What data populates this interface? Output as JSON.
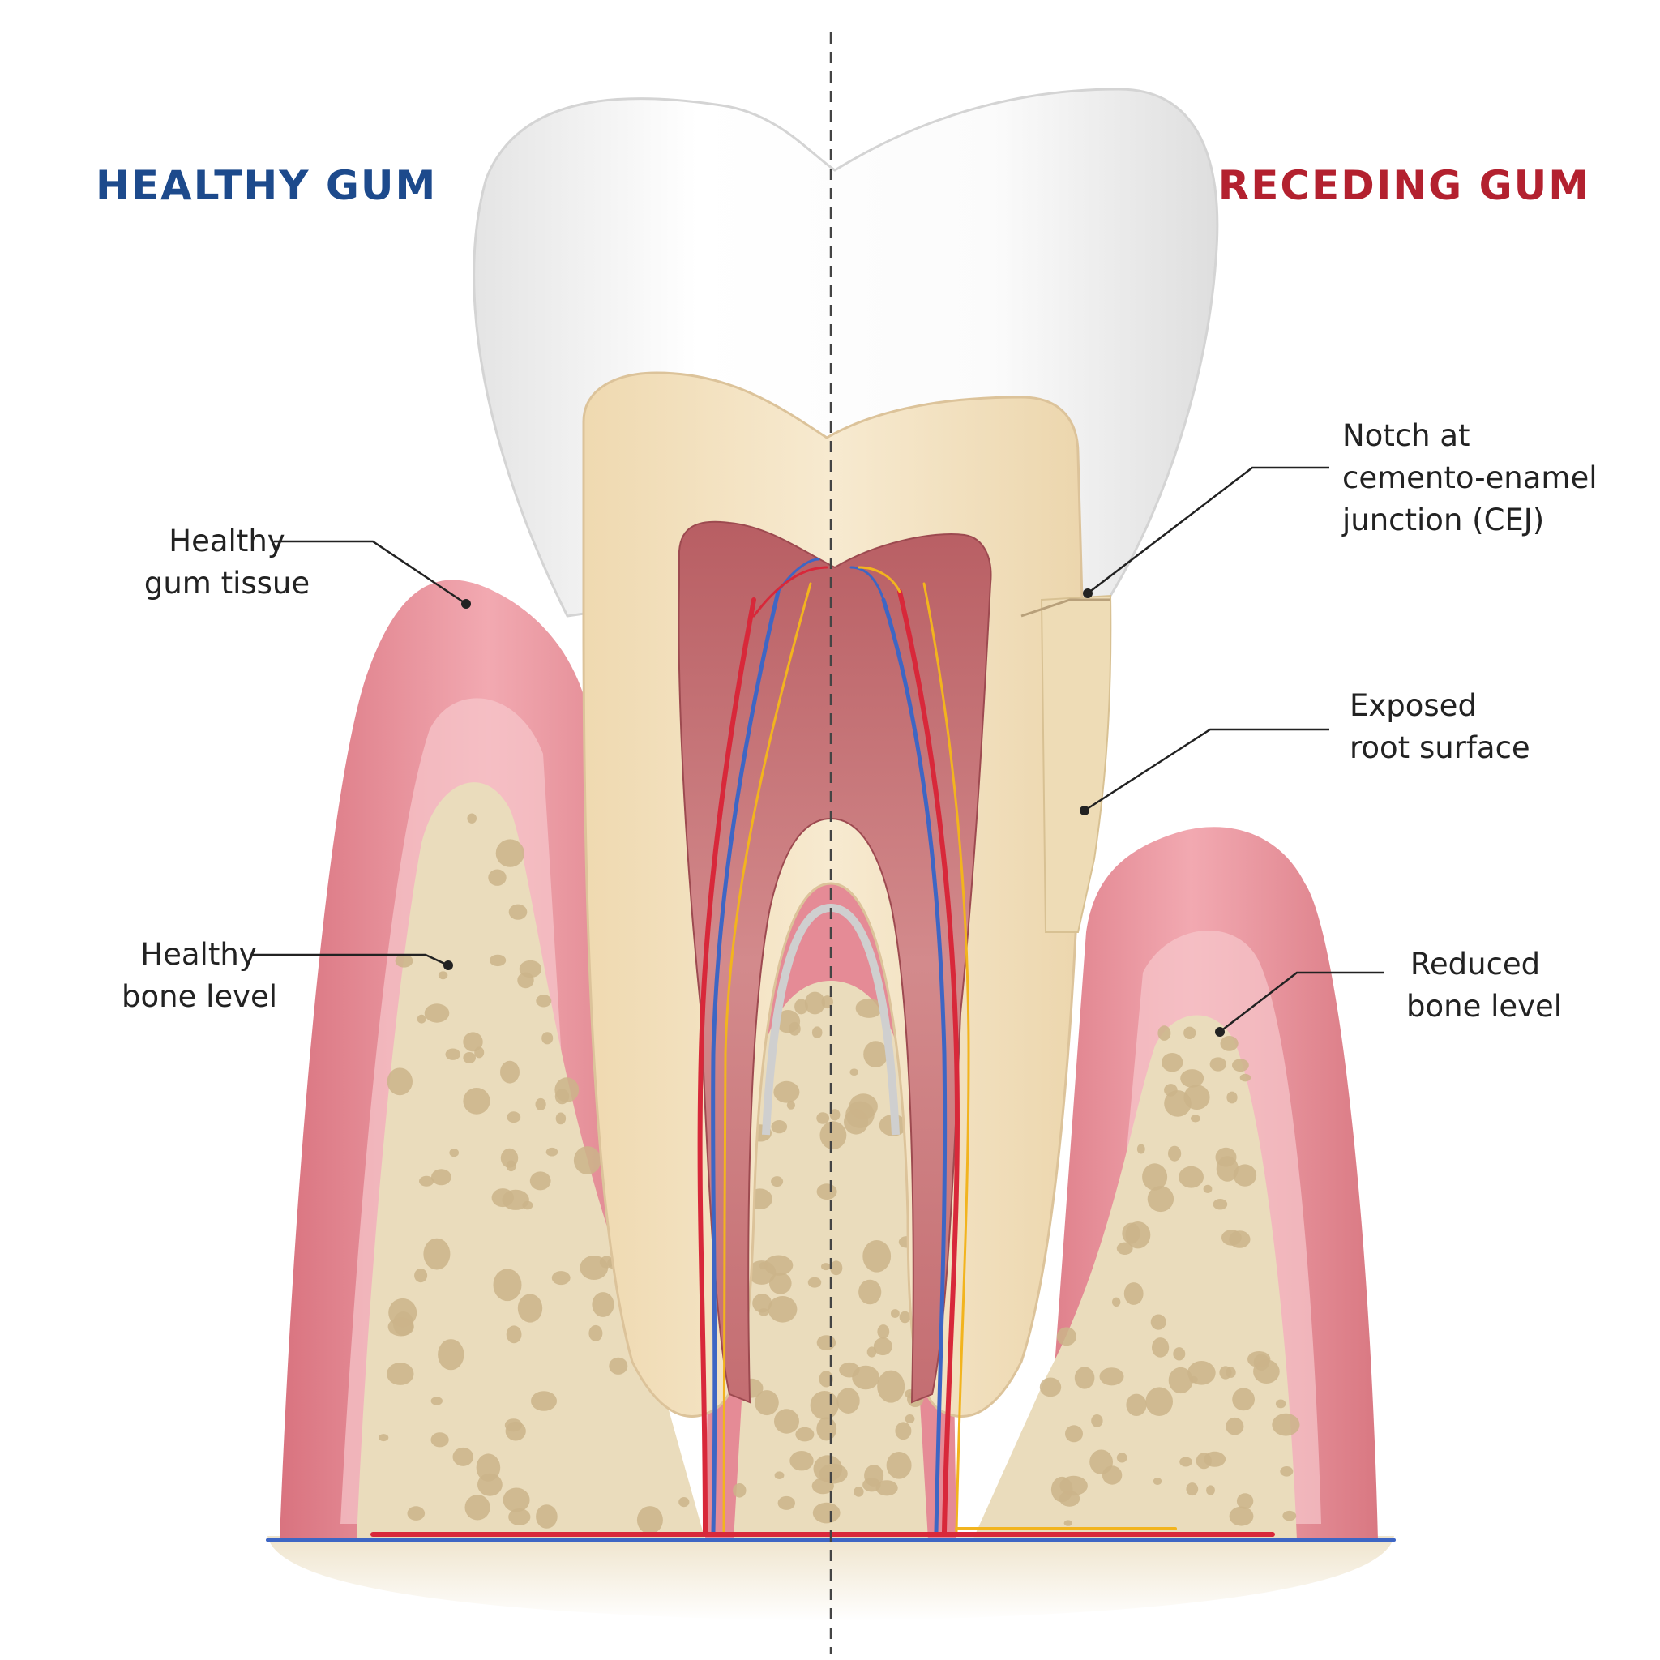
{
  "titles": {
    "healthy": "HEALTHY GUM",
    "receding": "RECEDING GUM"
  },
  "colors": {
    "healthy_title": "#1d4a8c",
    "receding_title": "#b3212f",
    "enamel": "#f4f4f4",
    "dentin": "#f3e3c2",
    "pulp": "#c9777a",
    "gum": "#e8909a",
    "gum_inner": "#f6c8cc",
    "bone": "#eadcbc",
    "bone_pore": "#cbb48a",
    "artery": "#d8283a",
    "vein": "#3e66c4",
    "nerve": "#f2b41e"
  },
  "labels": {
    "healthy_gum": [
      "Healthy",
      "gum tissue"
    ],
    "healthy_bone": [
      "Healthy",
      "bone level"
    ],
    "cej": [
      "Notch at",
      "cemento-enamel",
      "junction (CEJ)"
    ],
    "root": [
      "Exposed",
      "root surface"
    ],
    "reduced_bone": [
      "Reduced",
      "bone level"
    ]
  }
}
